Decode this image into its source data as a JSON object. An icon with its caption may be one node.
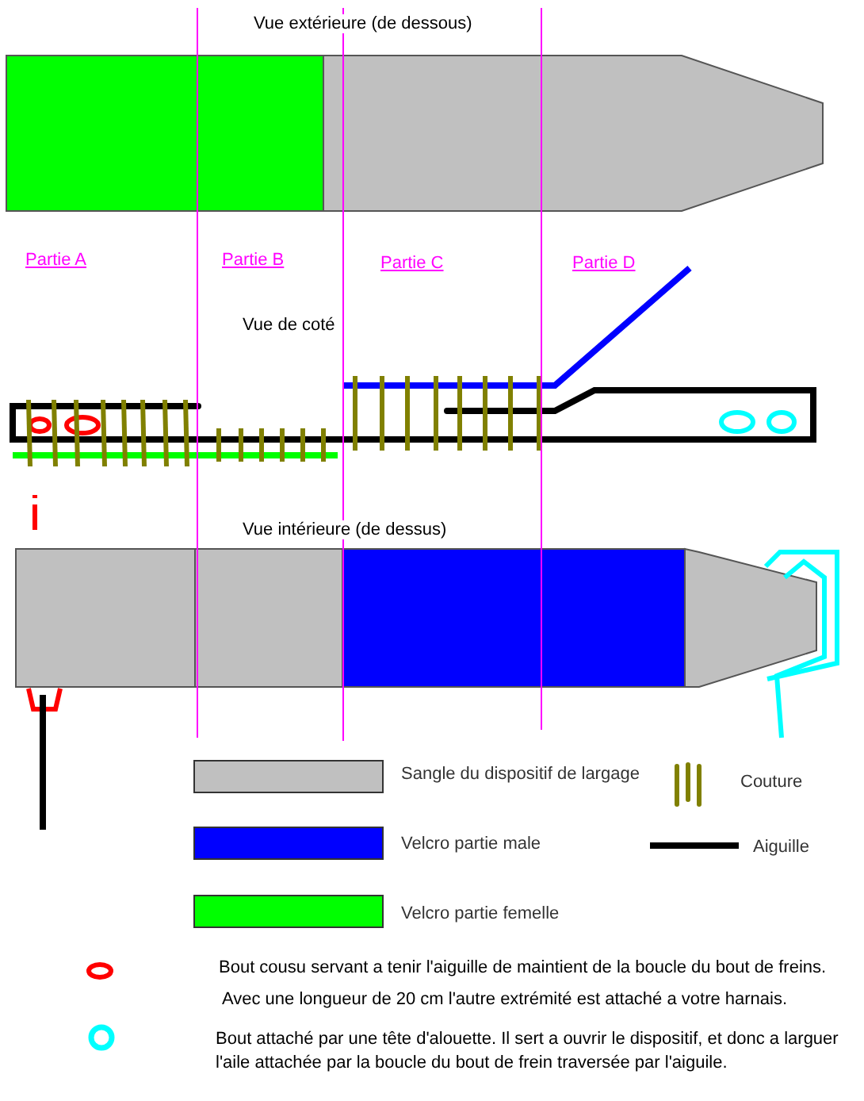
{
  "diagram": {
    "title": "Vue extérieure (de dessous)",
    "labels": [
      "Partie A",
      "Partie B",
      "Partie C",
      "Partie D",
      "Vue de coté",
      "Vue intérieure (de dessus)",
      "Avec une longueur de 20 cm l'autre extrémité est attaché a votre harnais."
    ],
    "legend": [
      {
        "text": "Sangle du dispositif de largage",
        "color": "#c0c0c0"
      },
      {
        "text": "Couture"
      },
      {
        "text": "Velcro partie male",
        "color": "#0000ff"
      },
      {
        "text": "Aiguille"
      },
      {
        "text": "Velcro partie femelle",
        "color": "#00ff00"
      },
      {
        "text": "Bout cousu servant a tenir l'aiguille de maintient de la boucle du bout de freins."
      },
      {
        "text": "Bout attaché par une tête d'alouette. Il sert a ouvrir le dispositif, et donc a larguer l'aile attachée par la boucle du bout de frein traversée par l'aiguile."
      }
    ]
  }
}
